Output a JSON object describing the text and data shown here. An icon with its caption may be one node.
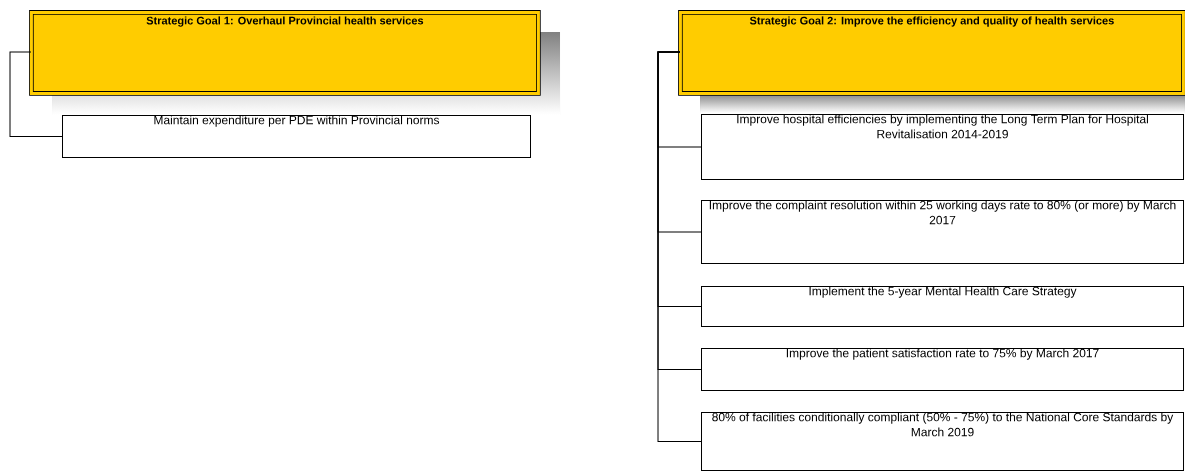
{
  "diagram": {
    "nodes": [
      {
        "text": [
          "Strategic Goal 1: Overhaul Provincial health services"
        ]
      },
      {
        "text": [
          "Maintain expenditure per PDE within Provincial norms"
        ]
      },
      {
        "text": [
          "Strategic Goal 2: Improve the efficiency and quality of health services"
        ]
      },
      {
        "text": [
          "Improve hospital efficiencies by implementing the Long Term Plan for Hospital Revitalisation 2014-2019"
        ]
      },
      {
        "text": [
          "Improve the complaint resolution within 25 working days rate to 80% (or more) by March 2017"
        ]
      },
      {
        "text": [
          "Implement the 5-year Mental Health Care Strategy"
        ]
      },
      {
        "text": [
          "Improve the patient satisfaction rate to 75% by March 2017"
        ]
      },
      {
        "text": [
          "80% of facilities conditionally compliant (50% - 75%) to the National Core Standards by March 2019"
        ]
      }
    ],
    "edges": [
      {
        "from": 0,
        "to": 1,
        "arrow": "none"
      },
      {
        "from": 2,
        "to": 3,
        "arrow": "none"
      },
      {
        "from": 2,
        "to": 4,
        "arrow": "none"
      },
      {
        "from": 2,
        "to": 5,
        "arrow": "none"
      },
      {
        "from": 2,
        "to": 6,
        "arrow": "none"
      },
      {
        "from": 2,
        "to": 7,
        "arrow": "none"
      }
    ]
  }
}
